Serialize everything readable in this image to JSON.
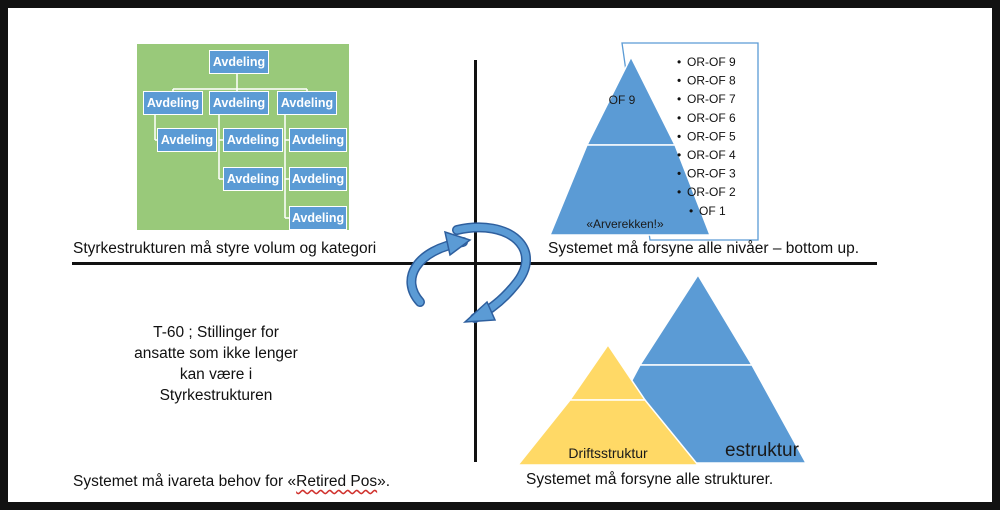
{
  "org_chart": {
    "root": "Avdeling",
    "level2": [
      "Avdeling",
      "Avdeling",
      "Avdeling"
    ],
    "col1": [
      "Avdeling"
    ],
    "col2": [
      "Avdeling",
      "Avdeling"
    ],
    "col3": [
      "Avdeling",
      "Avdeling",
      "Avdeling"
    ]
  },
  "captions": {
    "top_left": "Styrkestrukturen må styre volum og kategori",
    "top_right": "Systemet må forsyne alle nivåer – bottom up.",
    "bottom_left_prefix": "Systemet må ivareta behov for «",
    "bottom_left_underlined": "Retired Pos",
    "bottom_left_suffix": "».",
    "bottom_right": "Systemet må forsyne alle strukturer."
  },
  "top_pyramid": {
    "apex_label": "OF 9",
    "base_label": "«Arverekken!»",
    "levels": [
      "OR-OF 9",
      "OR-OF 8",
      "OR-OF 7",
      "OR-OF 6",
      "OR-OF 5",
      "OR-OF 4",
      "OR-OF 3",
      "OR-OF 2",
      "OF 1"
    ],
    "bullet": "•"
  },
  "t60_note": [
    "T-60 ; Stillinger for",
    "ansatte som ikke lenger",
    "kan være i",
    "Styrkestrukturen"
  ],
  "bottom_pyramids": {
    "blue_label_visible": "estruktur",
    "yellow_label": "Driftsstruktur"
  },
  "colors": {
    "blue": "#5b9bd5",
    "dark_blue": "#2e5f9e",
    "green": "#99c97a",
    "yellow": "#ffd966",
    "frame": "#111111"
  }
}
